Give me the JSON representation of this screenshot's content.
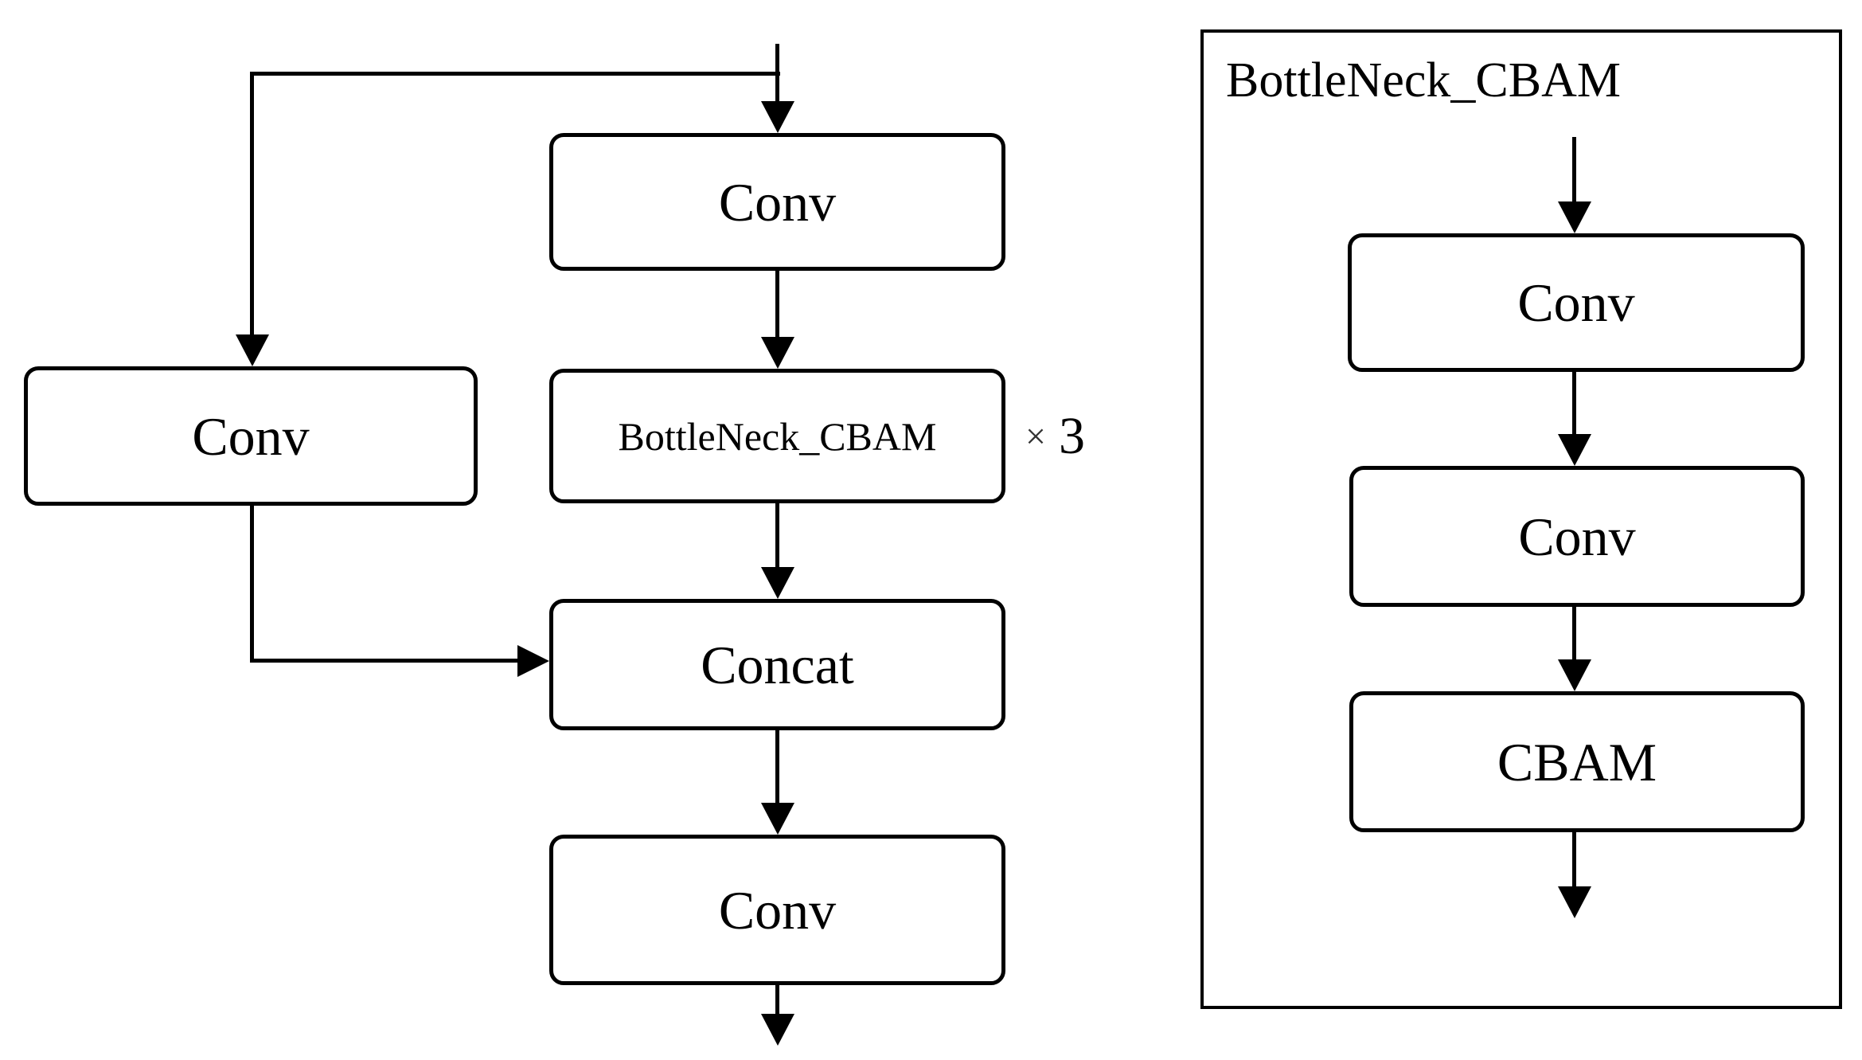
{
  "main": {
    "top_conv_label": "Conv",
    "left_conv_label": "Conv",
    "bottleneck_label": "BottleNeck_CBAM",
    "repeat": {
      "symbol": "×",
      "count": "3"
    },
    "concat_label": "Concat",
    "bottom_conv_label": "Conv"
  },
  "panel": {
    "title": "BottleNeck_CBAM",
    "conv_top_label": "Conv",
    "conv_mid_label": "Conv",
    "cbam_label": "CBAM"
  },
  "colors": {
    "stroke": "#000000",
    "fill": "#ffffff",
    "background": "#ffffff"
  }
}
